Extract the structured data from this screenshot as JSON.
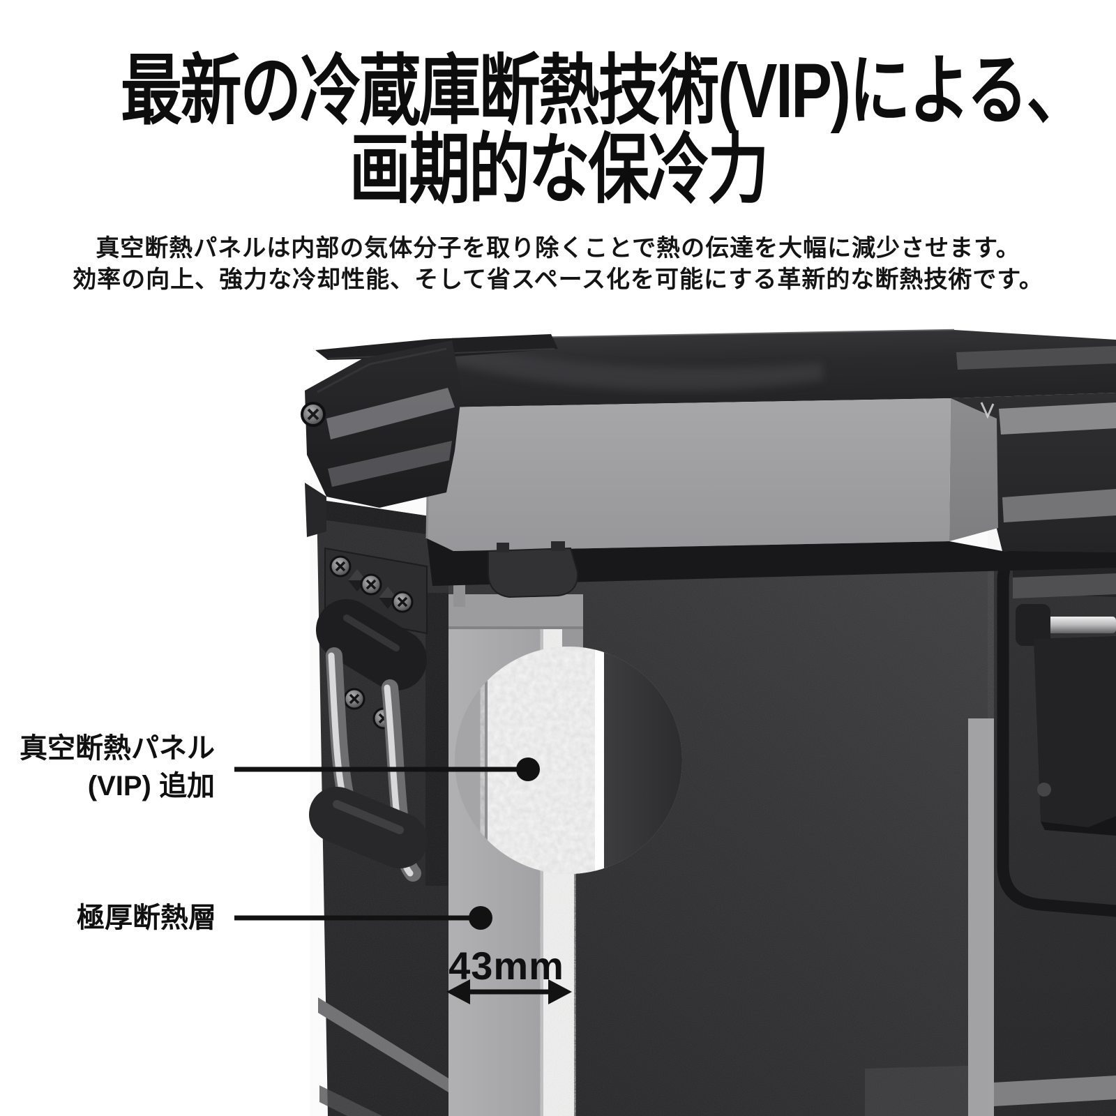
{
  "headline": {
    "line1": "最新の冷蔵庫断熱技術(VIP)による、",
    "line2": "画期的な保冷力"
  },
  "subtitle": {
    "line1": "真空断熱パネルは内部の気体分子を取り除くことで熱の伝達を大幅に減少させます。",
    "line2": "効率の向上、強力な冷却性能、そして省スペース化を可能にする革新的な断熱技術です。"
  },
  "callouts": {
    "vip_panel": {
      "line1": "真空断熱パネル",
      "line2": "(VIP) 追加"
    },
    "insulation": {
      "label": "極厚断熱層"
    },
    "thickness": {
      "value": "43mm"
    }
  },
  "colors": {
    "background": "#ffffff",
    "text": "#101010",
    "box_black": "#232325",
    "lid_foam_gray": "#a0a0a2",
    "insulation_gray": "#a9a9ab",
    "vip_white": "#f3f3f1",
    "interior_dark": "#2e2e30",
    "leader_line": "#121212"
  }
}
